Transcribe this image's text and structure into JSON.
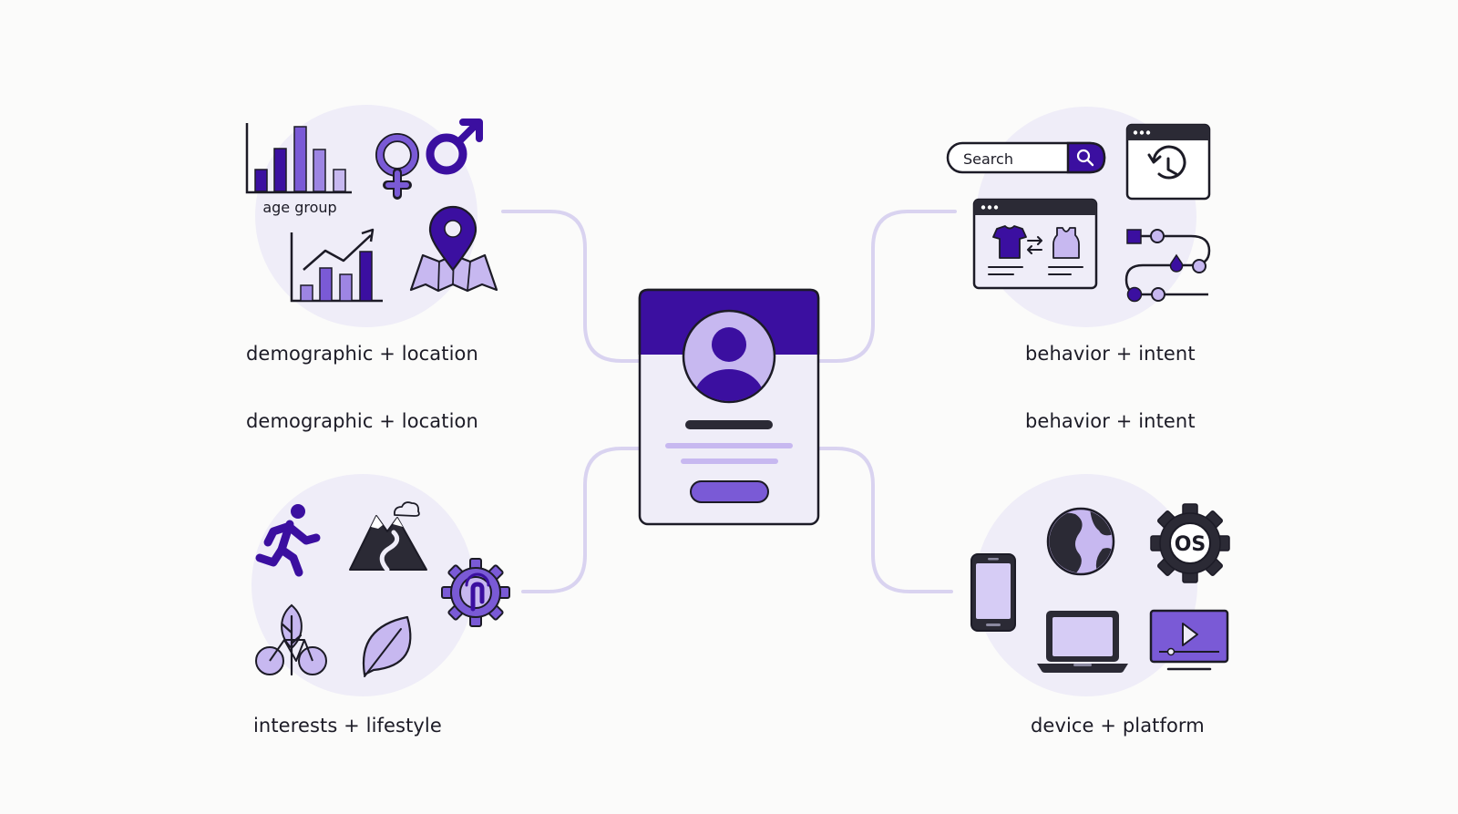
{
  "center": {
    "label": "user-profile-card"
  },
  "segments": {
    "demographic": {
      "caption": "demographic + location",
      "caption_repeat": "demographic + location",
      "chart_label": "age group"
    },
    "behavior": {
      "caption": "behavior + intent",
      "caption_repeat": "behavior + intent",
      "search_placeholder": "Search"
    },
    "interests": {
      "caption": "interests + lifestyle"
    },
    "device": {
      "caption": "device + platform",
      "os_label": "OS"
    }
  },
  "colors": {
    "primary": "#3b0fa0",
    "mid": "#7a5ad6",
    "light": "#c7b8f0",
    "pale": "#efedf8",
    "line": "#d9d3f0",
    "ink": "#1c1b26"
  },
  "icons": [
    "bar-chart-icon",
    "venus-icon",
    "mars-icon",
    "growth-chart-icon",
    "map-pin-icon",
    "search-icon",
    "history-icon",
    "product-compare-icon",
    "journey-path-icon",
    "runner-icon",
    "mountain-icon",
    "gear-hand-icon",
    "tree-bike-icon",
    "leaf-icon",
    "phone-icon",
    "globe-icon",
    "os-gear-icon",
    "laptop-icon",
    "video-monitor-icon"
  ]
}
